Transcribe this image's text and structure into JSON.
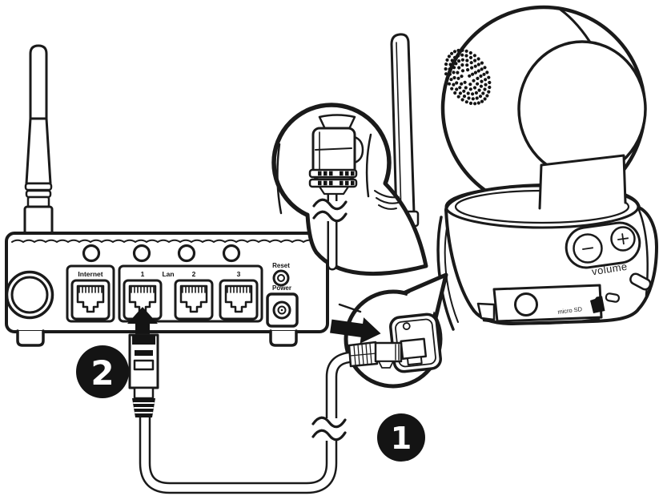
{
  "colors": {
    "ink": "#1a1a1a",
    "background": "#ffffff",
    "badge_bg": "#141414",
    "badge_text": "#ffffff"
  },
  "router": {
    "internet_port_label": "Internet",
    "lan_group_label": "Lan",
    "lan_port_labels": [
      "1",
      "2",
      "3"
    ],
    "reset_label": "Reset",
    "power_label": "Power"
  },
  "camera": {
    "volume_label": "volume",
    "volume_minus_glyph": "−",
    "volume_plus_glyph": "+",
    "micro_sd_label": "micro SD"
  },
  "steps": {
    "camera_connection_badge": "1",
    "router_connection_badge": "2"
  },
  "icons": {
    "arrow_up": "arrow-up-icon",
    "arrow_right": "arrow-right-icon",
    "cable_break": "cable-break-icon",
    "sd_card": "sd-card-icon",
    "speaker_grille": "speaker-grille-icon"
  }
}
